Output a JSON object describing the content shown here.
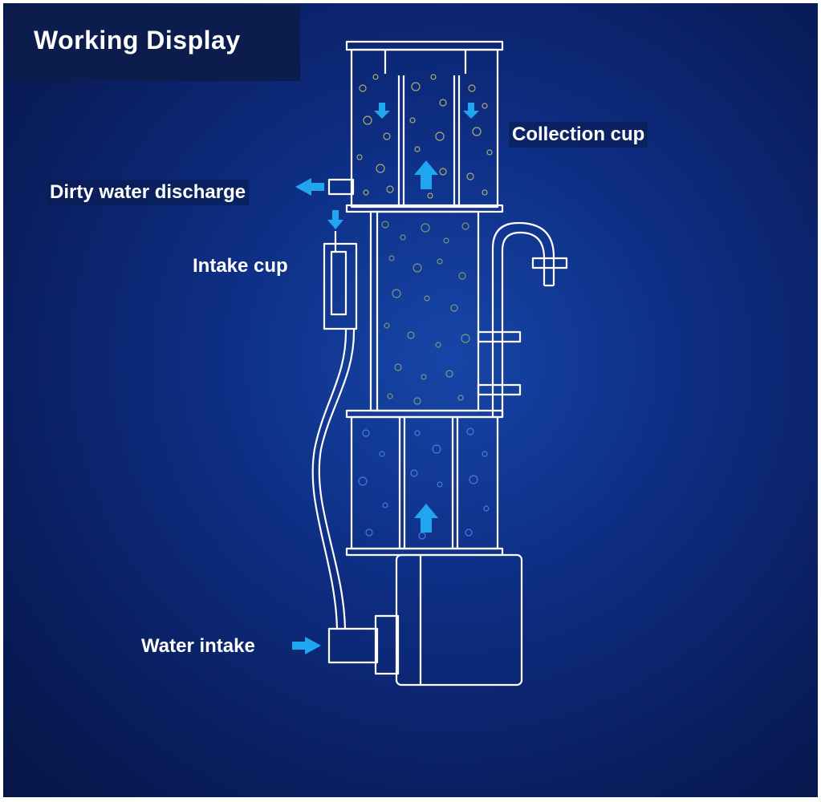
{
  "title": "Working Display",
  "labels": {
    "collection_cup": "Collection cup",
    "dirty_water_discharge": "Dirty water discharge",
    "intake_cup": "Intake cup",
    "water_intake": "Water intake"
  },
  "colors": {
    "background": "#0e2f86",
    "arrow": "#1fa6ef",
    "outline": "#ffffff",
    "bubble_yellow": "#c9c36a",
    "bubble_blue": "#3f74e0"
  }
}
